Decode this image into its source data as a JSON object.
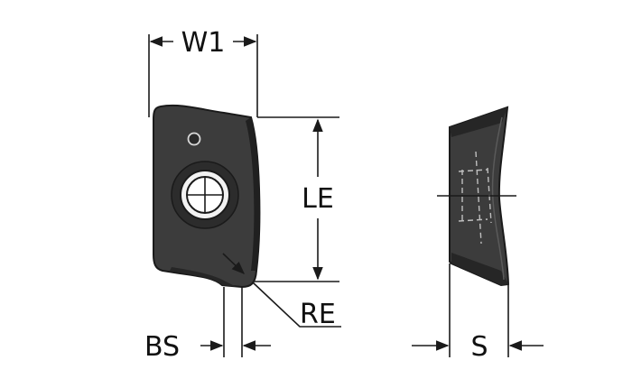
{
  "labels": {
    "w1": "W1",
    "le": "LE",
    "re": "RE",
    "bs": "BS",
    "s": "S"
  },
  "colors": {
    "insert_fill": "#3c3c3c",
    "insert_dark": "#232323",
    "hole_ring": "#f2f2f2",
    "line": "#1a1a1a"
  }
}
